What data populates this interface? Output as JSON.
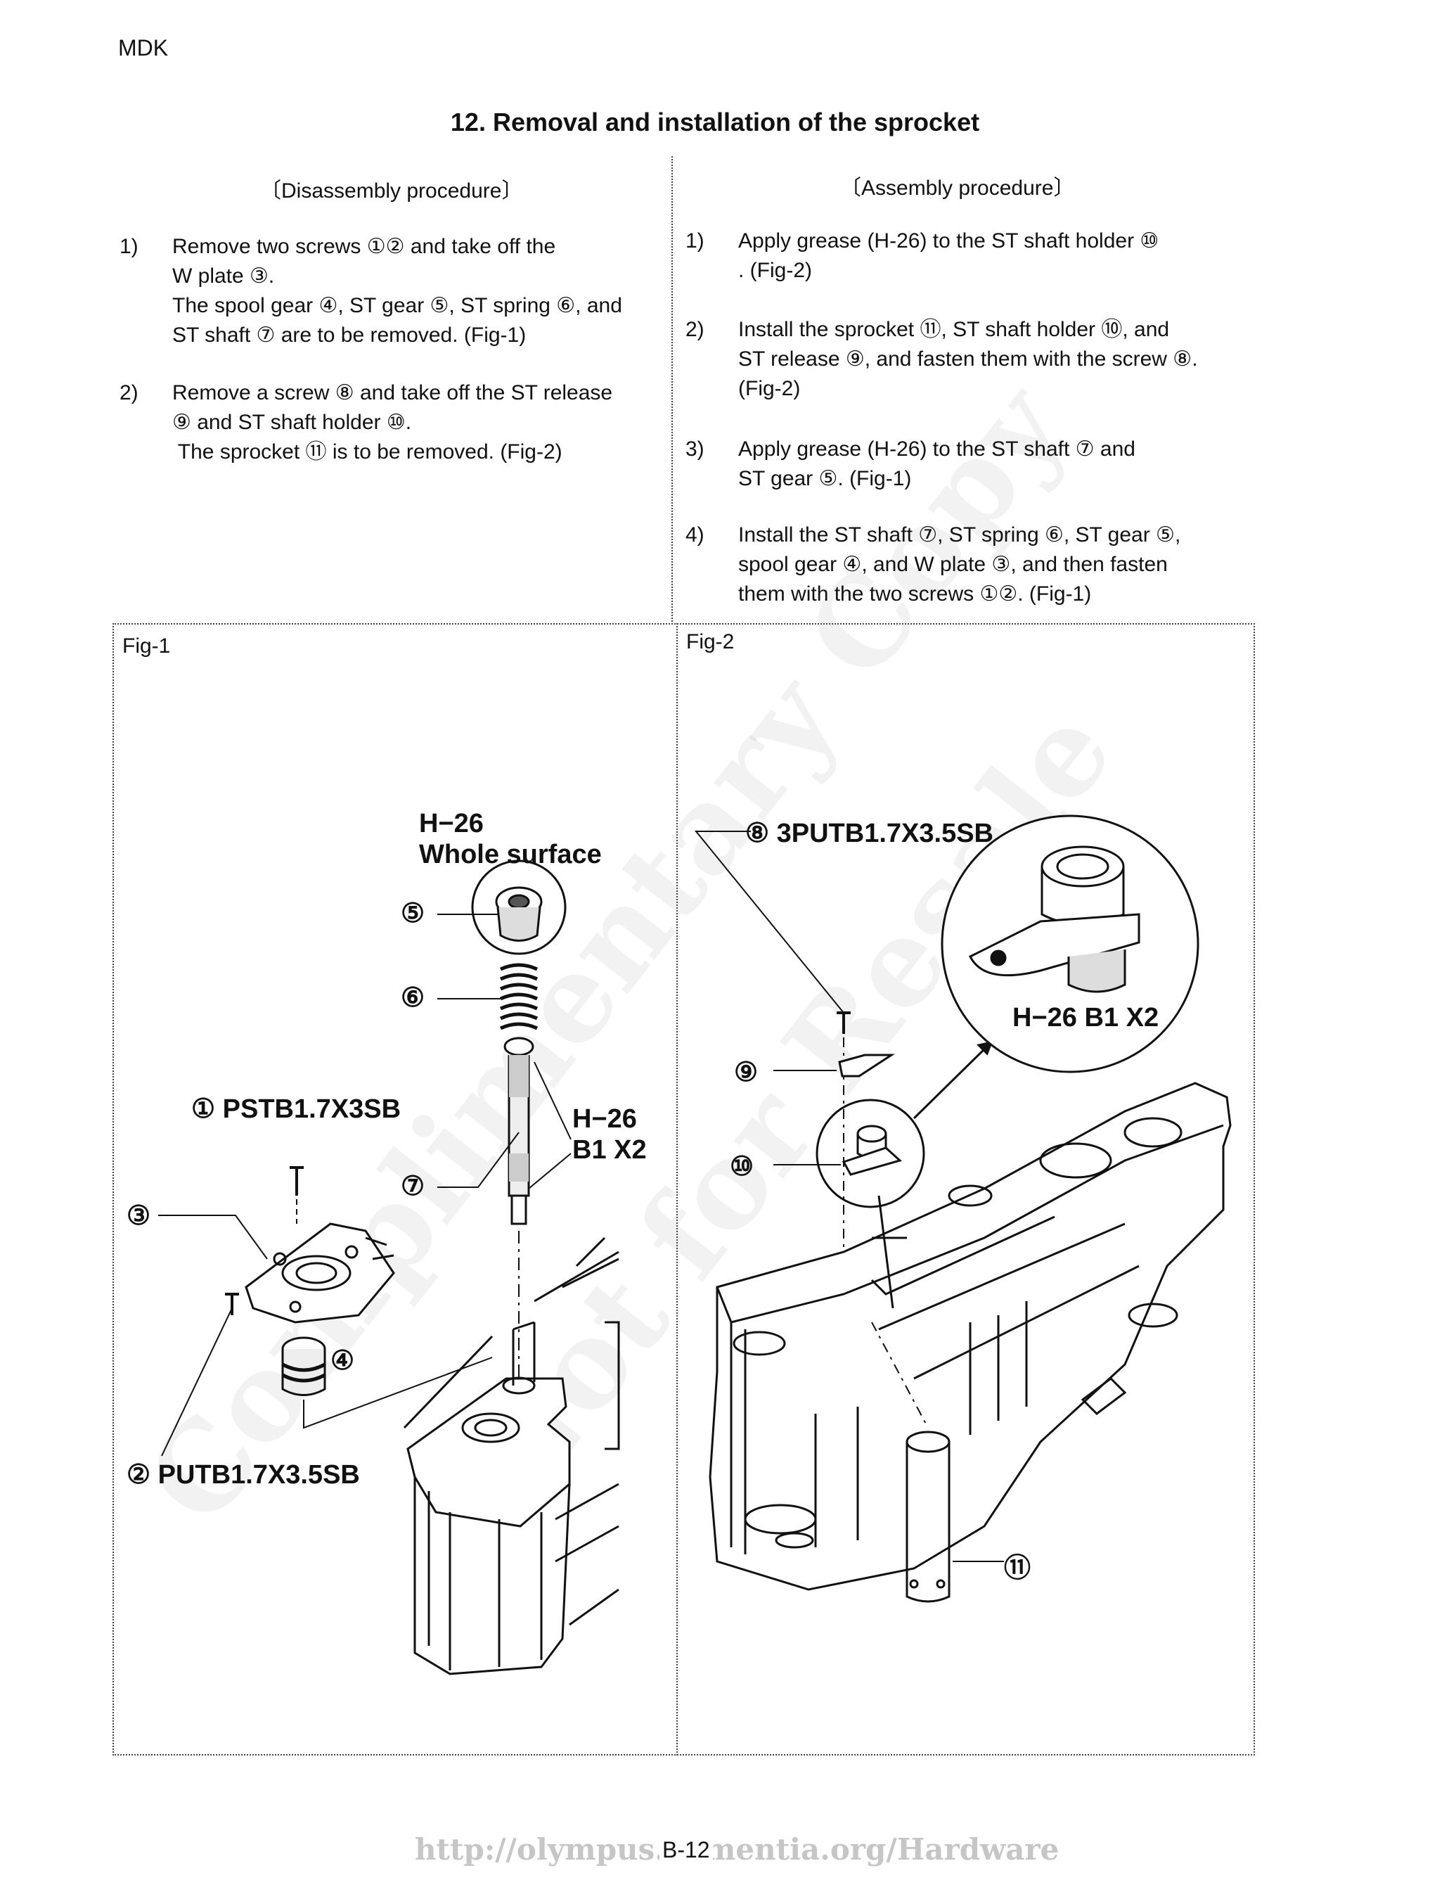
{
  "header": {
    "code": "MDK"
  },
  "title": "12. Removal and installation of the sprocket",
  "disassembly": {
    "heading": "〔Disassembly procedure〕",
    "steps": [
      {
        "num": "1)",
        "lines": [
          "Remove two screws ①② and take off the",
          "W plate ③.",
          "The spool gear ④, ST gear ⑤, ST spring ⑥, and",
          "ST shaft ⑦ are to be removed. (Fig-1)"
        ]
      },
      {
        "num": "2)",
        "lines": [
          "Remove a screw ⑧ and take off the ST release",
          "⑨ and ST shaft holder ⑩.",
          " The sprocket ⑪ is to be removed. (Fig-2)"
        ]
      }
    ]
  },
  "assembly": {
    "heading": "〔Assembly procedure〕",
    "steps": [
      {
        "num": "1)",
        "lines": [
          "Apply grease (H-26) to the ST shaft holder ⑩",
          ". (Fig-2)"
        ]
      },
      {
        "num": "2)",
        "lines": [
          "Install the sprocket ⑪, ST shaft holder ⑩, and",
          "ST release ⑨, and fasten them with the screw ⑧.",
          "(Fig-2)"
        ]
      },
      {
        "num": "3)",
        "lines": [
          "Apply grease (H-26) to the ST shaft ⑦ and",
          "ST gear ⑤. (Fig-1)"
        ]
      },
      {
        "num": "4)",
        "lines": [
          "Install the ST shaft ⑦, ST spring ⑥, ST gear ⑤,",
          "spool gear ④, and W plate ③, and then fasten",
          "them with the two screws ①②. (Fig-1)"
        ]
      }
    ]
  },
  "fig1": {
    "label": "Fig-1",
    "grease_top_1": "H−26",
    "grease_top_2": "Whole surface",
    "grease_side_1": "H−26",
    "grease_side_2": "B1 X2",
    "c1": "① PSTB1.7X3SB",
    "c2": "② PUTB1.7X3.5SB",
    "c3": "③",
    "c4": "④",
    "c5": "⑤",
    "c6": "⑥",
    "c7": "⑦"
  },
  "fig2": {
    "label": "Fig-2",
    "c8": "⑧ 3PUTB1.7X3.5SB",
    "c9": "⑨",
    "c10": "⑩",
    "c11": "⑪",
    "detail_grease": "H−26 B1 X2"
  },
  "footer": {
    "url": "http://olympus.dementia.org/Hardware",
    "page": "B-12"
  },
  "watermark": {
    "line1": "Complimentary Copy",
    "line2": "Not for Resale"
  }
}
